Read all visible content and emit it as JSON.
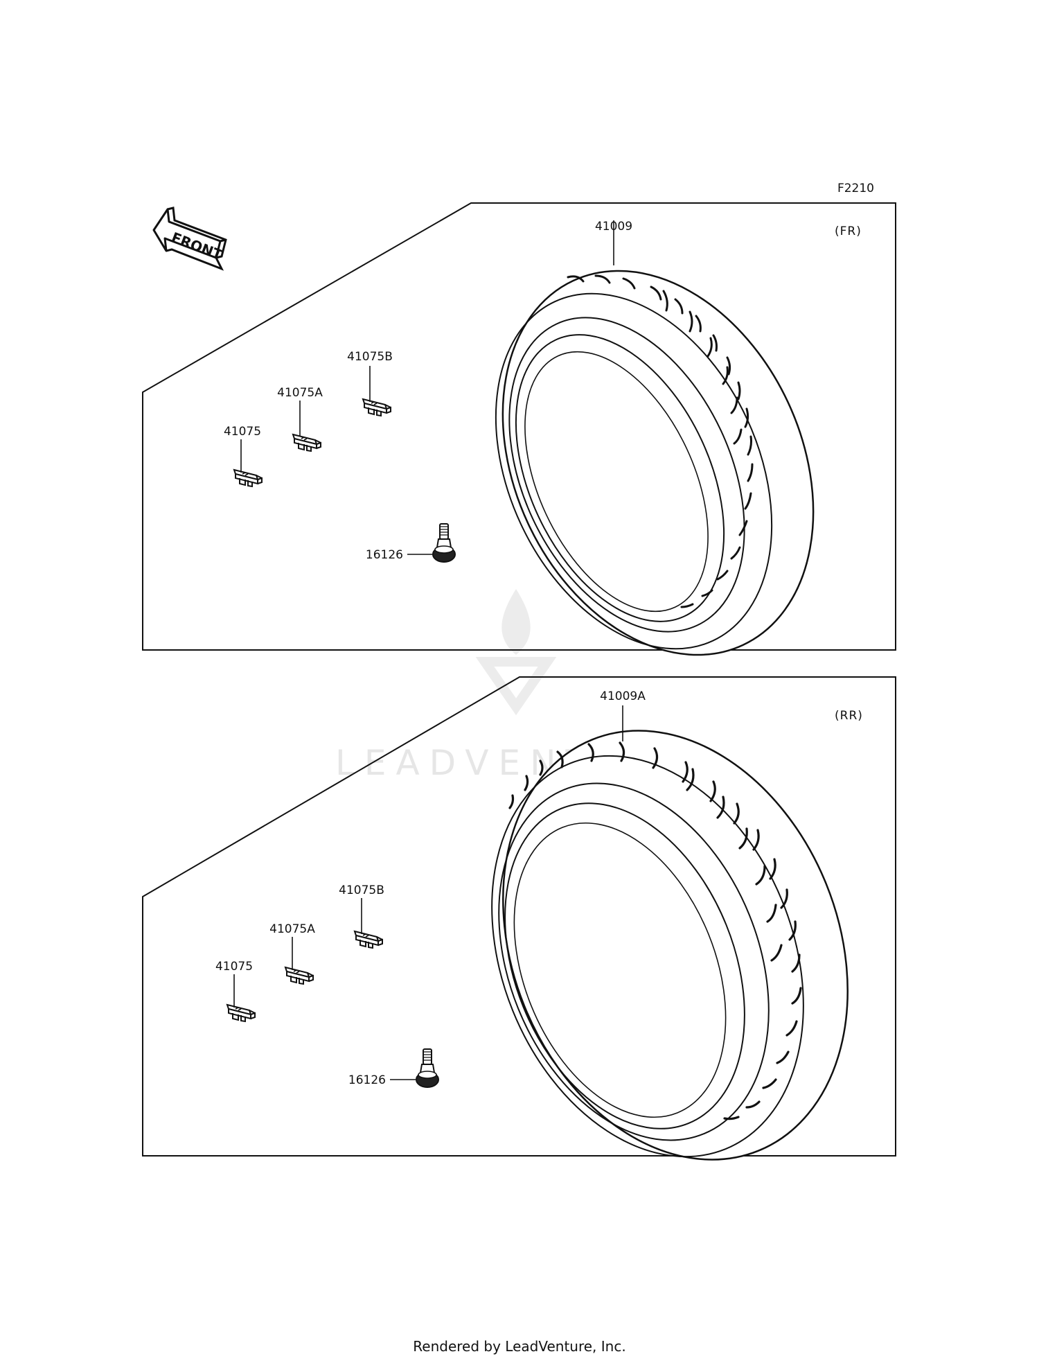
{
  "diagram_code": "F2210",
  "front_arrow": {
    "text": "FRONT"
  },
  "watermark": {
    "brand": "LEADVENTURE",
    "icon": "leadventure-flame-logo"
  },
  "panels": [
    {
      "id": "front",
      "section": "(FR)",
      "tire": "41009",
      "weights": [
        "41075",
        "41075A",
        "41075B"
      ],
      "valve": "16126"
    },
    {
      "id": "rear",
      "section": "(RR)",
      "tire": "41009A",
      "weights": [
        "41075",
        "41075A",
        "41075B"
      ],
      "valve": "16126"
    }
  ],
  "footer": "Rendered by LeadVenture, Inc."
}
